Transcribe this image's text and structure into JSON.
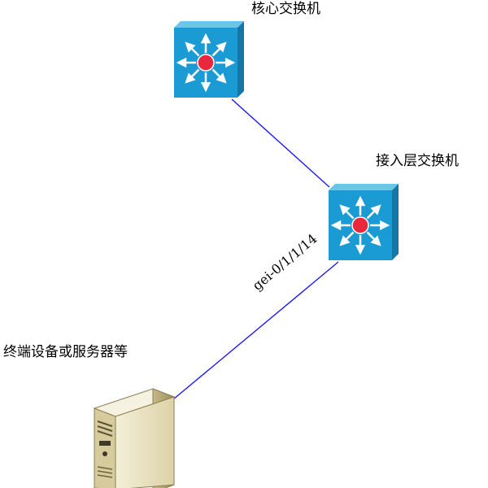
{
  "nodes": {
    "core_switch": {
      "label": "核心交换机",
      "icon": "layer3-switch-icon"
    },
    "access_switch": {
      "label": "接入层交换机",
      "icon": "layer3-switch-icon"
    },
    "endpoint": {
      "label": "终端设备或服务器等",
      "icon": "server-tower-icon"
    }
  },
  "links": [
    {
      "from": "core_switch",
      "to": "access_switch",
      "label": ""
    },
    {
      "from": "access_switch",
      "to": "endpoint",
      "label": "gei-0/1/1/14"
    }
  ],
  "colors": {
    "link": "#1a1aff",
    "switch_front": "#1b9bd3",
    "switch_top": "#6cc3ec",
    "switch_side": "#1577a7",
    "switch_hub": "#e8283c",
    "server_body": "#e9e1bd",
    "server_side": "#b6a774"
  }
}
